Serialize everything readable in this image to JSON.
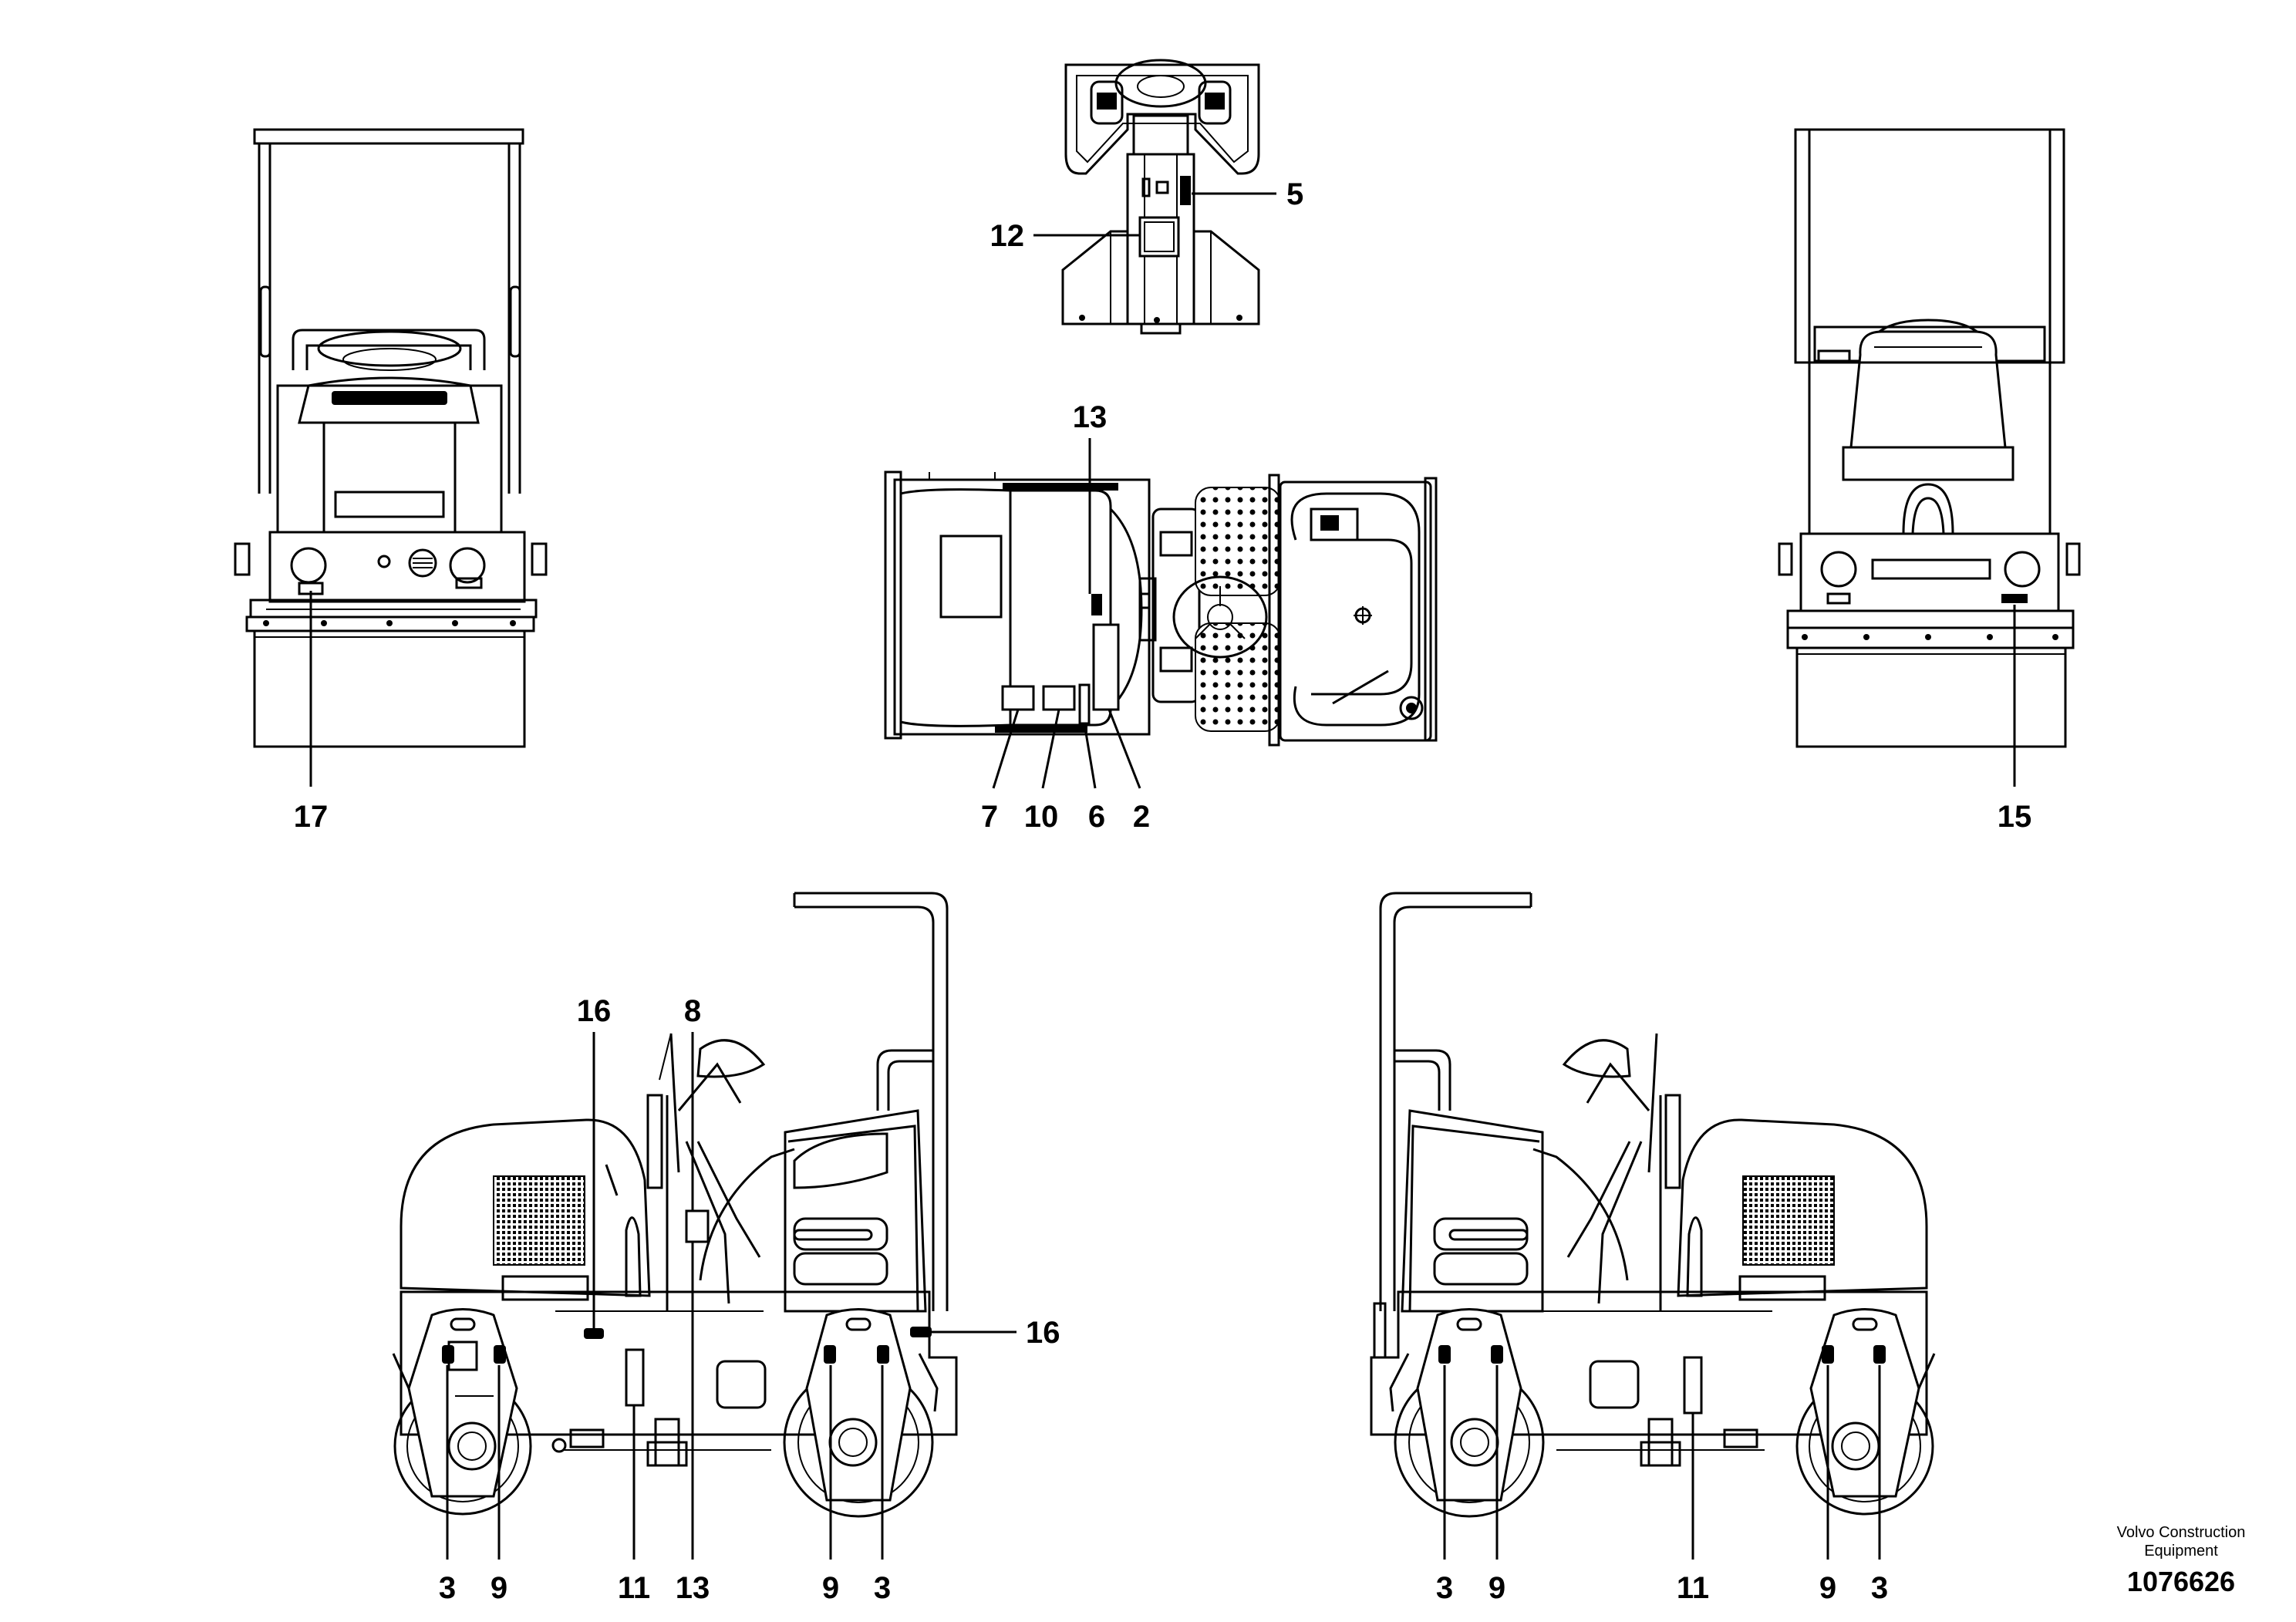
{
  "diagram": {
    "labels": {
      "front_view": [
        "17"
      ],
      "top_view_seat": [
        "5",
        "12"
      ],
      "top_view_machine": [
        "13",
        "7",
        "10",
        "6",
        "2"
      ],
      "rear_view": [
        "15"
      ],
      "left_side": [
        "16",
        "8",
        "16",
        "3",
        "9",
        "11",
        "13",
        "9",
        "3"
      ],
      "right_side": [
        "3",
        "9",
        "11",
        "9",
        "3"
      ]
    }
  },
  "footer": {
    "company_line1": "Volvo Construction",
    "company_line2": "Equipment",
    "document_number": "1076626"
  }
}
